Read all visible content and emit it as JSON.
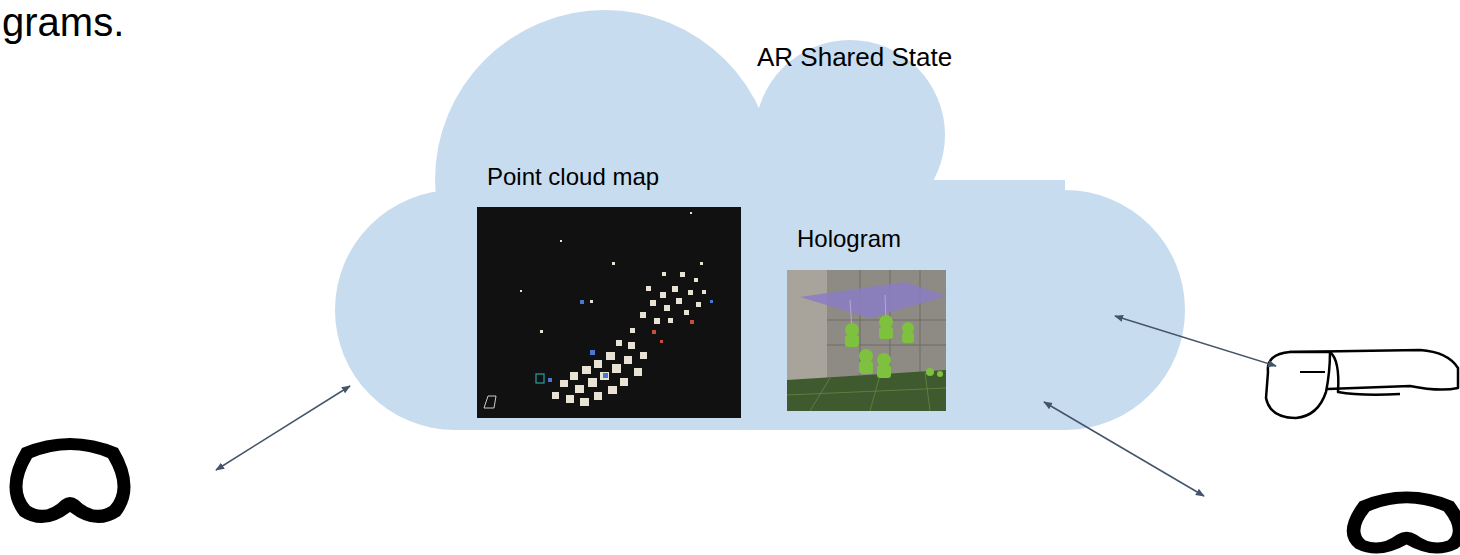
{
  "diagram": {
    "nodes": [
      {
        "text": [
          "AR Shared State"
        ]
      },
      {
        "text": [
          "Point cloud map"
        ],
        "in": 0
      },
      {
        "text": [
          "Hologram"
        ],
        "in": 0
      }
    ],
    "labels": [
      "grams."
    ]
  }
}
